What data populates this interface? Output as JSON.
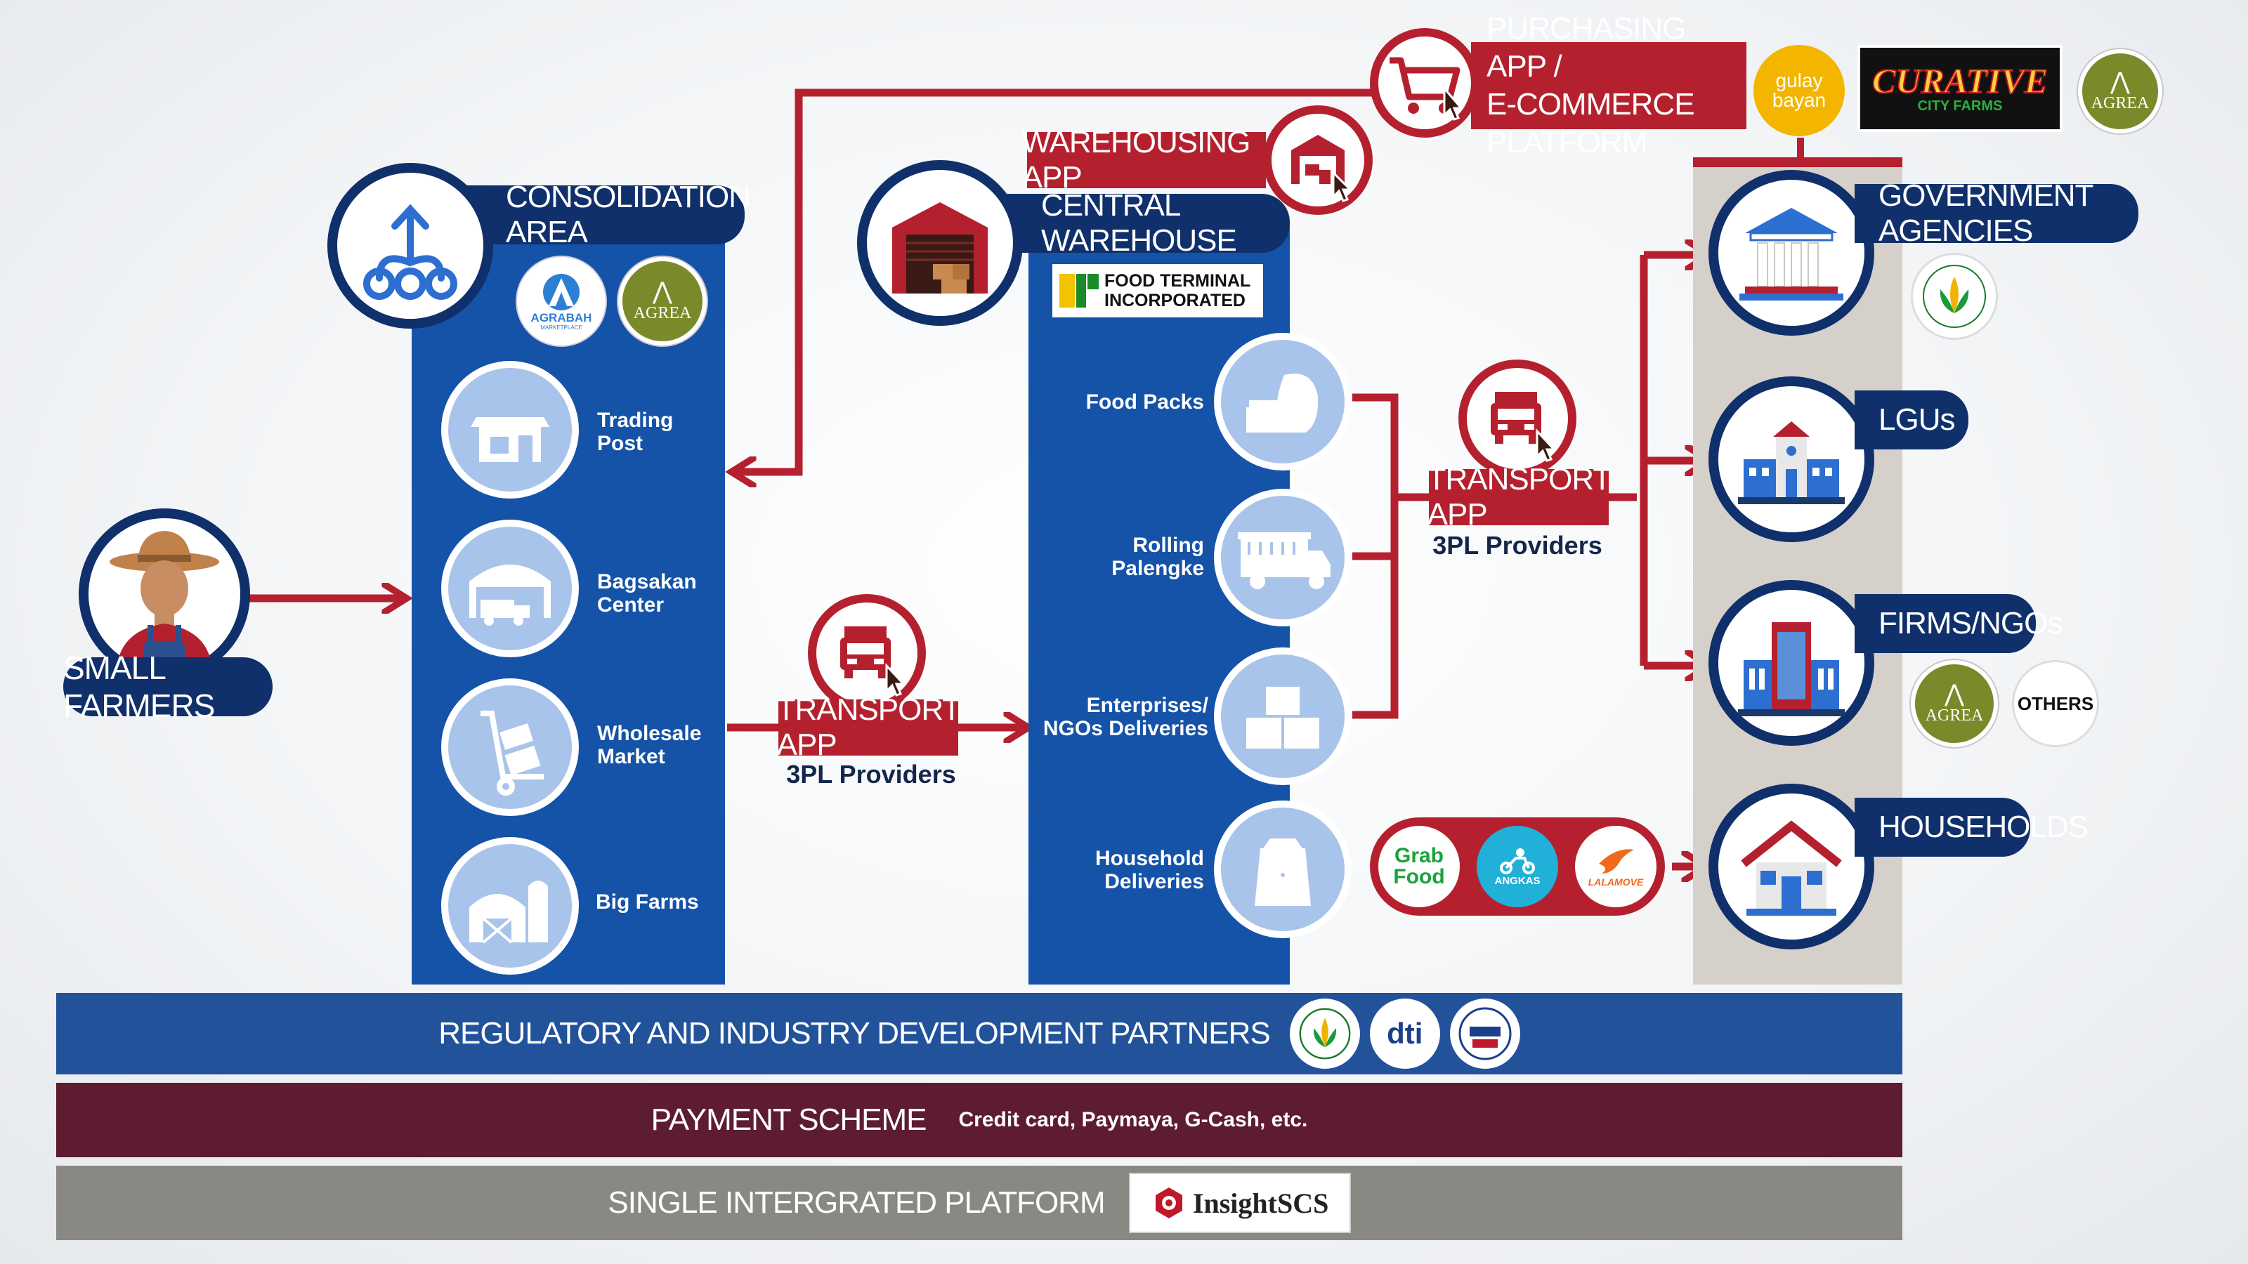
{
  "actors": {
    "small_farmers": "SMALL FARMERS"
  },
  "consolidation": {
    "title": "CONSOLIDATION AREA",
    "logos": {
      "agrabah": "AGRABAH",
      "agrabah_sub": "MARKETPLACE",
      "agrea": "AGREA"
    },
    "items": [
      {
        "label_1": "Trading",
        "label_2": "Post"
      },
      {
        "label_1": "Bagsakan",
        "label_2": "Center"
      },
      {
        "label_1": "Wholesale",
        "label_2": "Market"
      },
      {
        "label_1": "Big Farms",
        "label_2": ""
      }
    ]
  },
  "warehouse": {
    "title": "CENTRAL WAREHOUSE",
    "app": "WAREHOUSING APP",
    "logo_line1": "FOOD TERMINAL",
    "logo_line2": "INCORPORATED",
    "items": [
      {
        "label_1": "Food Packs",
        "label_2": ""
      },
      {
        "label_1": "Rolling",
        "label_2": "Palengke"
      },
      {
        "label_1": "Enterprises/",
        "label_2": "NGOs Deliveries"
      },
      {
        "label_1": "Household",
        "label_2": "Deliveries"
      }
    ]
  },
  "purchasing": {
    "line1": "PURCHASING APP /",
    "line2": "E-COMMERCE PLATFORM",
    "logos": {
      "gulay1": "gulay",
      "gulay2": "bayan",
      "curative": "CURATIVE",
      "curative_sub": "CITY FARMS",
      "agrea": "AGREA"
    }
  },
  "transport_left": {
    "app": "TRANSPORT APP",
    "providers": "3PL Providers"
  },
  "transport_right": {
    "app": "TRANSPORT APP",
    "providers": "3PL Providers"
  },
  "delivery_partners": {
    "grab1": "Grab",
    "grab2": "Food",
    "angkas": "ANGKAS",
    "lalamove": "LALAMOVE"
  },
  "destinations": {
    "gov": "GOVERNMENT AGENCIES",
    "lgus": "LGUs",
    "firms": "FIRMS/NGOs",
    "households": "HOUSEHOLDS",
    "others": "OTHERS",
    "agrea": "AGREA"
  },
  "bars": {
    "regulatory": "REGULATORY AND INDUSTRY DEVELOPMENT PARTNERS",
    "dti": "dti",
    "payment_title": "PAYMENT SCHEME",
    "payment_detail": "Credit card, Paymaya, G-Cash, etc.",
    "platform_title": "SINGLE INTERGRATED PLATFORM",
    "platform_logo": "InsightSCS"
  },
  "colors": {
    "navy": "#10306b",
    "blue": "#1553a8",
    "red": "#b5202e",
    "maroon": "#5e1c30",
    "gray": "#8a8883",
    "light_blue": "#a9c4ea"
  }
}
